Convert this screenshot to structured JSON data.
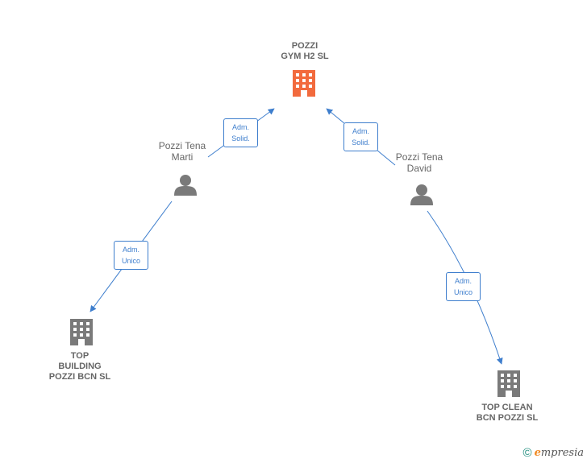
{
  "nodes": {
    "pozzi_gym": {
      "lines": [
        "POZZI",
        "GYM H2  SL"
      ],
      "icon": "building-icon",
      "color": "#f26a3d"
    },
    "top_building": {
      "lines": [
        "TOP",
        "BUILDING",
        "POZZI BCN  SL"
      ],
      "icon": "building-icon",
      "color": "#7a7a7a"
    },
    "top_clean": {
      "lines": [
        "TOP CLEAN",
        "BCN POZZI  SL"
      ],
      "icon": "building-icon",
      "color": "#7a7a7a"
    },
    "marti": {
      "lines": [
        "Pozzi Tena",
        "Marti"
      ],
      "icon": "person-icon",
      "color": "#7a7a7a"
    },
    "david": {
      "lines": [
        "Pozzi Tena",
        "David"
      ],
      "icon": "person-icon",
      "color": "#7a7a7a"
    }
  },
  "edges": [
    {
      "id": "marti-gym",
      "lines": [
        "Adm.",
        "Solid."
      ]
    },
    {
      "id": "david-gym",
      "lines": [
        "Adm.",
        "Solid."
      ]
    },
    {
      "id": "marti-building",
      "lines": [
        "Adm.",
        "Unico"
      ]
    },
    {
      "id": "david-clean",
      "lines": [
        "Adm.",
        "Unico"
      ]
    }
  ],
  "colors": {
    "edge": "#3e7ecd"
  },
  "footer": {
    "copyright": "©",
    "brand_initial": "e",
    "brand_rest": "mpresia"
  }
}
